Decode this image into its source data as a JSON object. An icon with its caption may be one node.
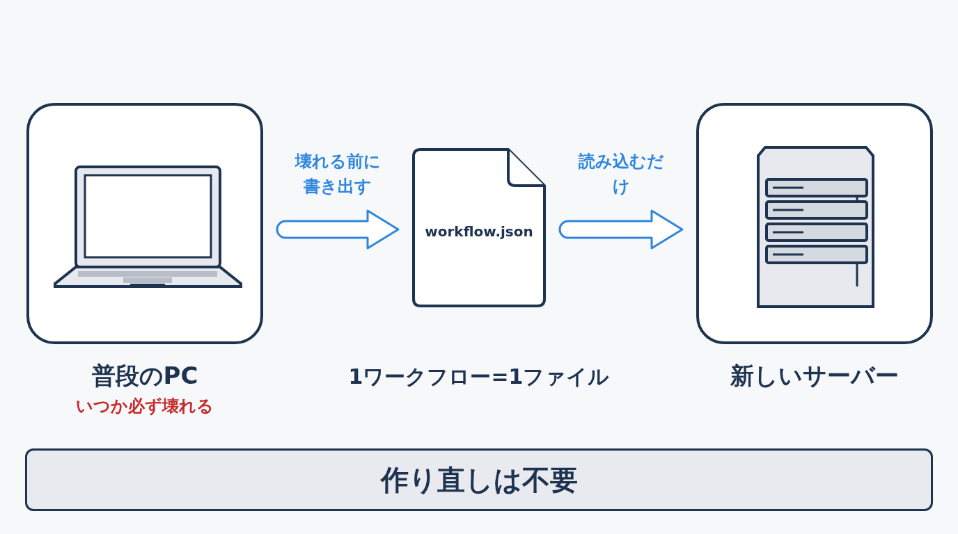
{
  "diagram": {
    "nodes": [
      {
        "text": [
          "普段のPC"
        ],
        "beside": [
          "いつか必ず壊れる"
        ]
      },
      {
        "text": [
          "workflow.json"
        ],
        "beside": [
          "1ワークフロー=1ファイル"
        ]
      },
      {
        "text": [
          "新しいサーバー"
        ]
      },
      {
        "text": [
          "作り直しは不要"
        ]
      }
    ],
    "edges": [
      {
        "from": 0,
        "to": 1,
        "arrow": "to",
        "label": "壊れる前に書き出す"
      },
      {
        "from": 1,
        "to": 2,
        "arrow": "to",
        "label": "読み込むだけ"
      }
    ]
  }
}
